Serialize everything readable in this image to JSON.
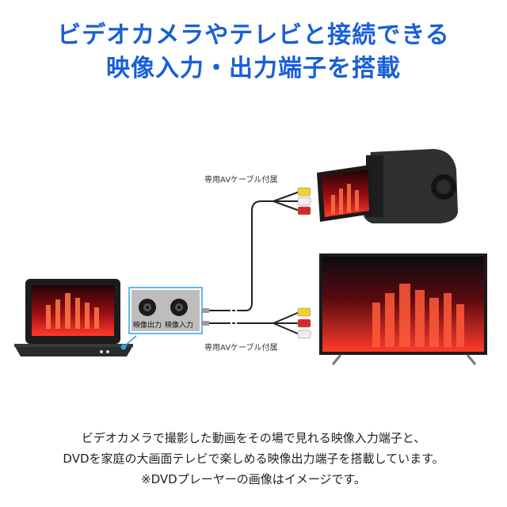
{
  "headline": {
    "line1": "ビデオカメラやテレビと接続できる",
    "line2": "映像入力・出力端子を搭載"
  },
  "diagram": {
    "cable_label_top": "専用AVケーブル付属",
    "cable_label_bottom": "専用AVケーブル付属",
    "jack_out_label": "映像出力",
    "jack_in_label": "映像入力",
    "colors": {
      "accent": "#1a5fd6",
      "callout": "#2aa6e0",
      "plug_yellow": "#f2d22a",
      "plug_red": "#d8282e",
      "plug_white": "#eeeeee"
    }
  },
  "caption": {
    "line1": "ビデオカメラで撮影した動画をその場で見れる映像入力端子と、",
    "line2": "DVDを家庭の大画面テレビで楽しめる映像出力端子を搭載しています。",
    "line3": "※DVDプレーヤーの画像はイメージです。"
  }
}
